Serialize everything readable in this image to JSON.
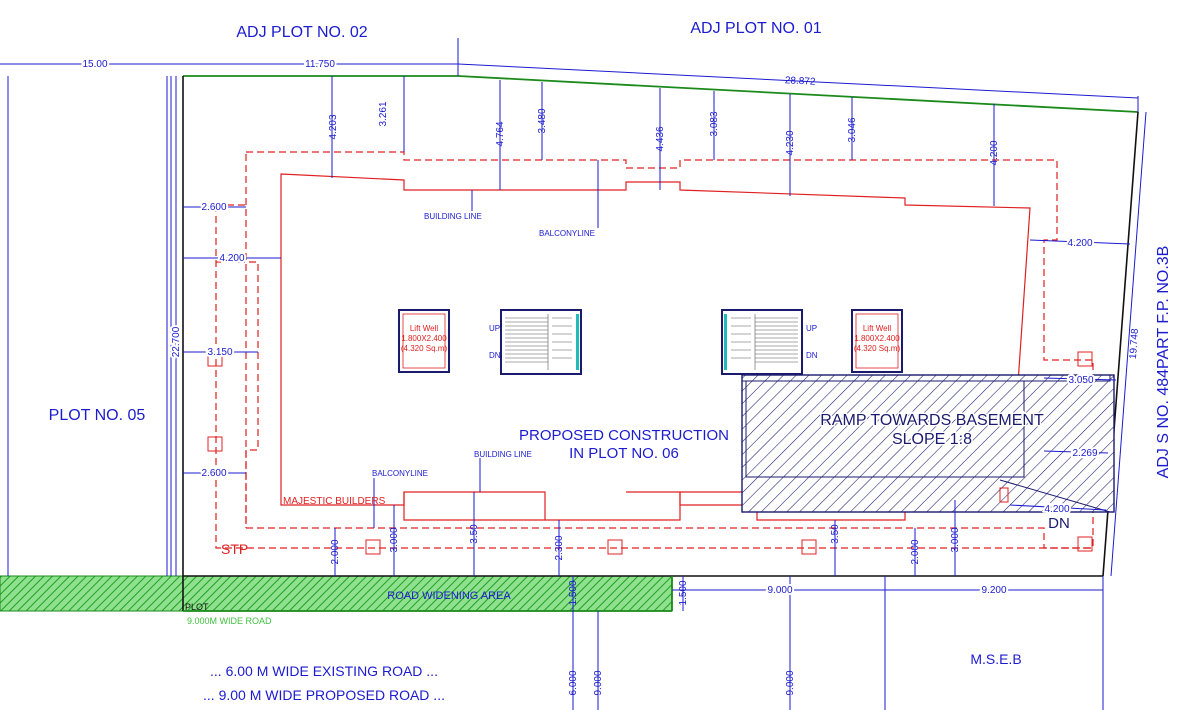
{
  "labels": {
    "adj_plot_02": "ADJ PLOT NO. 02",
    "adj_plot_01": "ADJ PLOT NO. 01",
    "plot_05": "PLOT NO. 05",
    "adj_right": "ADJ S NO. 484PART F.P. NO.3B",
    "proposed_1": "PROPOSED CONSTRUCTION",
    "proposed_2": "IN PLOT NO. 06",
    "ramp_1": "RAMP TOWARDS BASEMENT",
    "ramp_2": "SLOPE 1:8",
    "dn_large": "DN",
    "building_line_top": "BUILDING LINE",
    "balcony_line_top": "BALCONYLINE",
    "balcony_line_bottom": "BALCONYLINE",
    "building_line_bottom": "BUILDING LINE",
    "majestic": "MAJESTIC BUILDERS",
    "stp": "STP",
    "road_widening": "ROAD WIDENING AREA",
    "plot_small": "PLOT",
    "wide_road_green": "9.000M WIDE ROAD",
    "existing_road": "... 6.00 M WIDE EXISTING ROAD ...",
    "proposed_road": "... 9.00 M WIDE PROPOSED ROAD ...",
    "mseb": "M.S.E.B"
  },
  "lift_left": {
    "title": "Lift Well",
    "size": "1.800X2.400",
    "area": "(4.320 Sq.m)"
  },
  "lift_right": {
    "title": "Lift Well",
    "size": "1.800X2.400",
    "area": "(4.320 Sq.m)"
  },
  "stair_left": {
    "up": "UP",
    "dn": "DN"
  },
  "stair_right": {
    "up": "UP",
    "dn": "DN"
  },
  "dimensions": {
    "d_15": "15.00",
    "d_11750": "11.750",
    "d_28872": "28.872",
    "d_22700": "22.700",
    "d_19748": "19.748",
    "top_4203": "4.203",
    "top_3261": "3.261",
    "top_4764": "4.764",
    "top_3480": "3.480",
    "top_4436": "4.436",
    "top_3083": "3.083",
    "top_4230": "4.230",
    "top_3046": "3.046",
    "top_4200": "4.200",
    "left_2600_top": "2.600",
    "left_4200": "4.200",
    "left_3150": "3.150",
    "left_2600_bot": "2.600",
    "right_4200_top": "4.200",
    "right_3050": "3.050",
    "right_2269": "2.269",
    "right_4200_bot": "4.200",
    "bot_2000_a": "2.000",
    "bot_3000_a": "3.000",
    "bot_350_a": "3.50",
    "bot_2300": "2.300",
    "bot_350_b": "3.50",
    "bot_2000_b": "2.000",
    "bot_3000_b": "3.000",
    "bot_1500_a": "1.500",
    "bot_1500_b": "1.500",
    "bot_9000_h": "9.000",
    "bot_9200_h": "9.200",
    "bot_6000_v": "6.000",
    "bot_9000_v1": "9.000",
    "bot_9000_v2": "9.000"
  },
  "colors": {
    "dimension_blue": "#1b1bd0",
    "setback_red": "#e02020",
    "plot_green": "#1a8a1a",
    "road_hatch_green": "#3fbf3f",
    "ramp_navy": "#1a1a6e"
  }
}
